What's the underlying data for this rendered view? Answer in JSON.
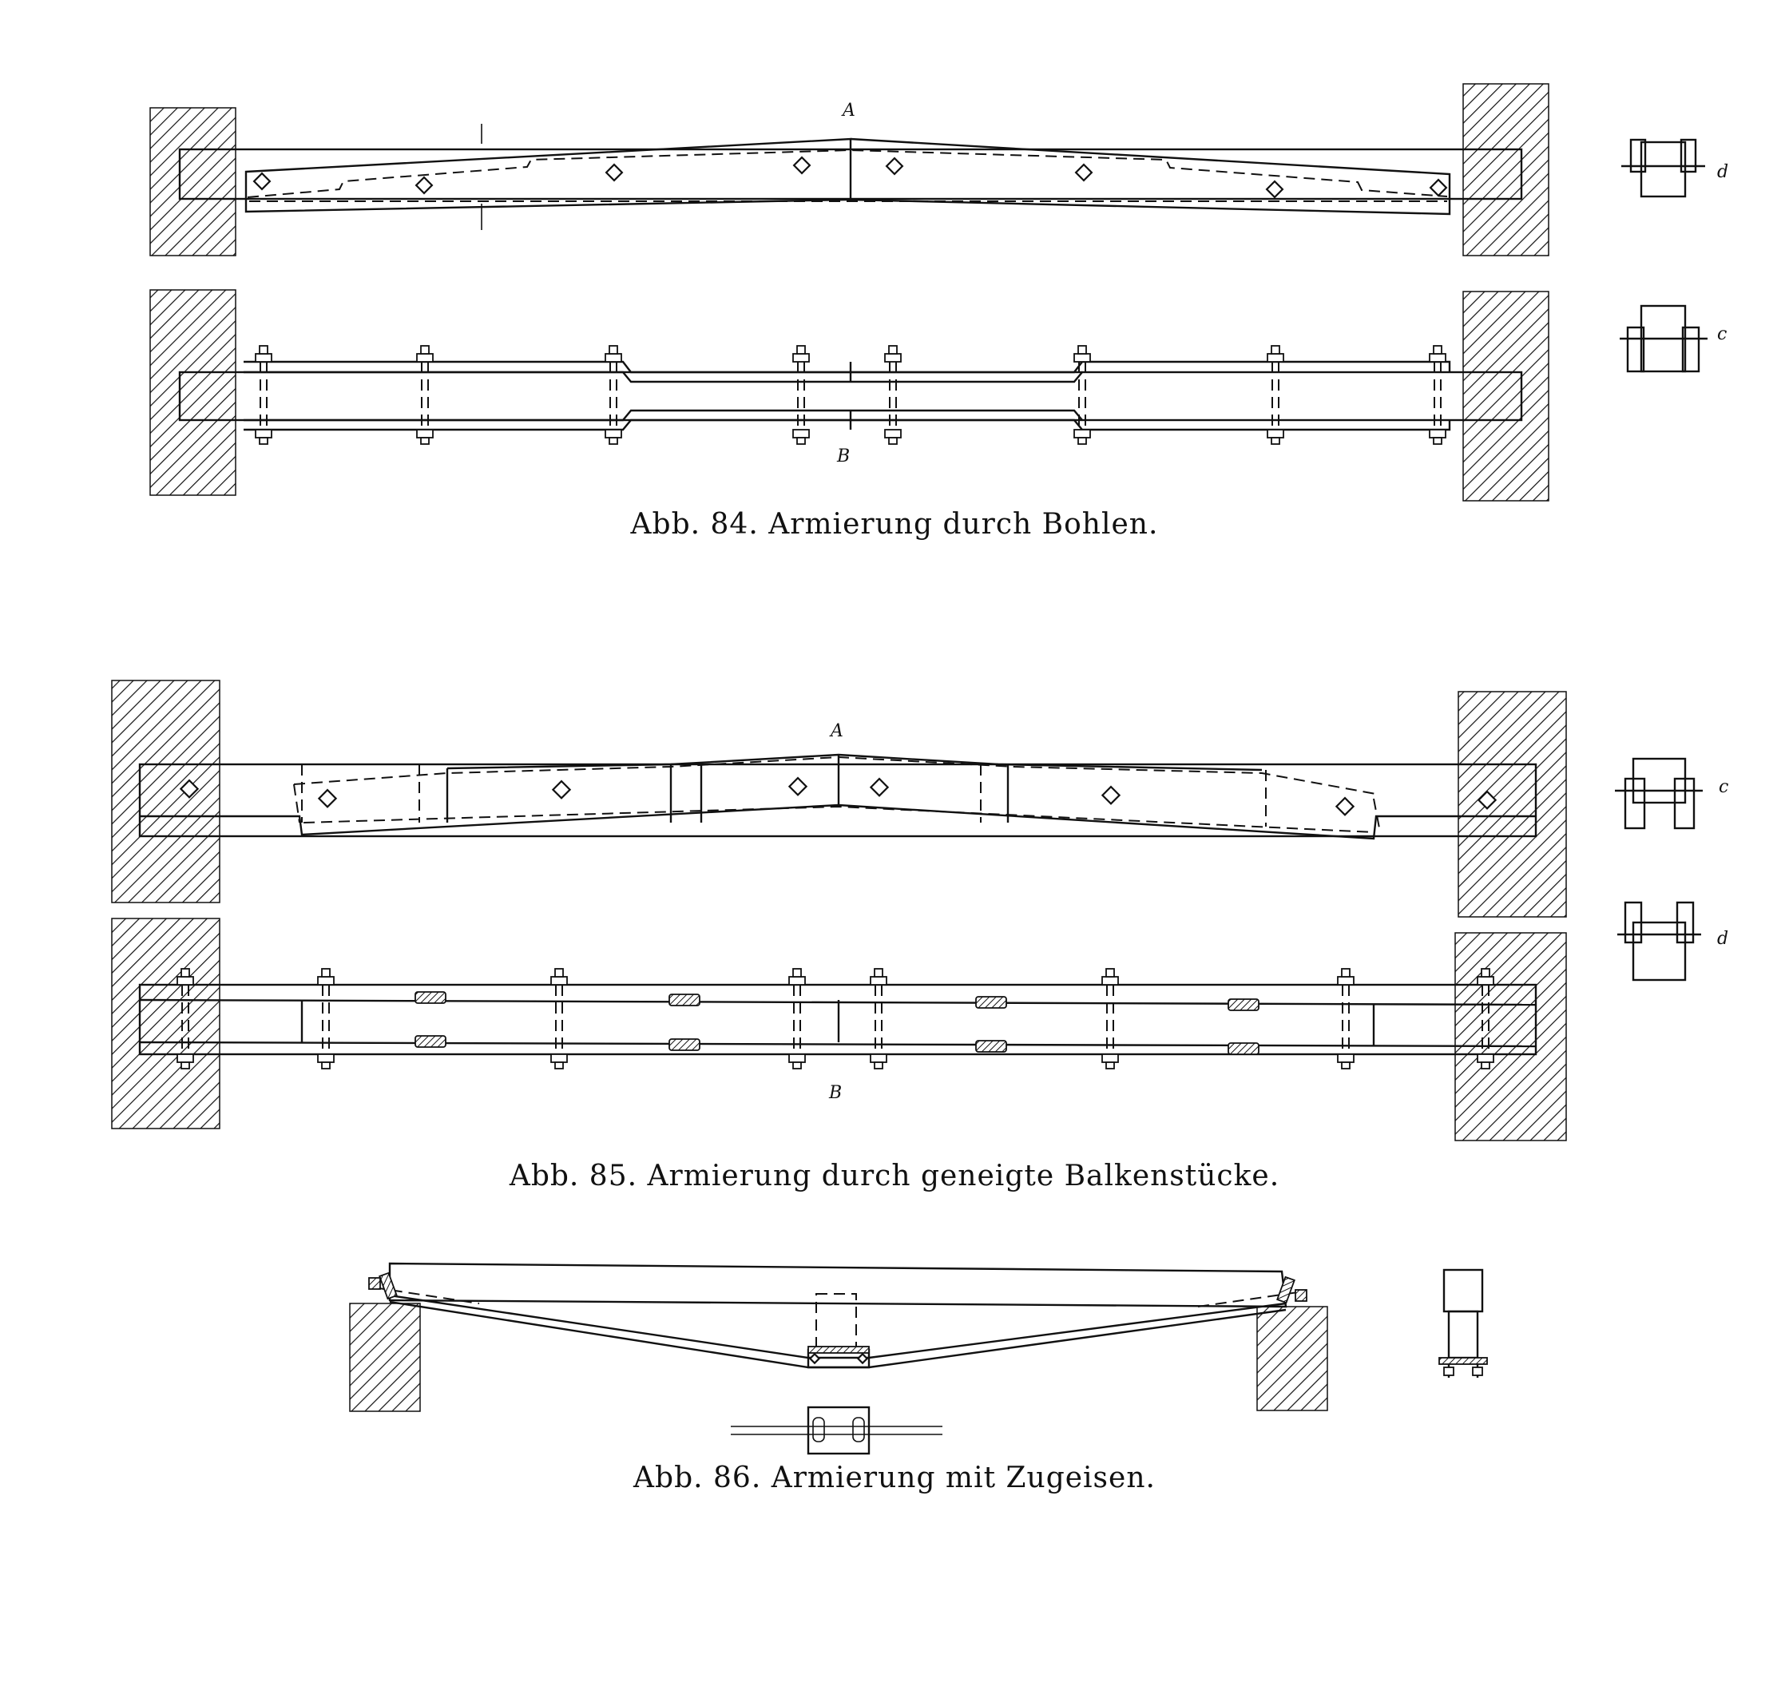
{
  "figures": [
    {
      "id": "abb-84",
      "caption": "Abb. 84. Armierung durch Bohlen.",
      "view_labels": [
        "A",
        "B"
      ],
      "section_labels": [
        "d",
        "c"
      ]
    },
    {
      "id": "abb-85",
      "caption": "Abb. 85. Armierung durch geneigte Balkenstücke.",
      "view_labels": [
        "A",
        "B"
      ],
      "section_labels": [
        "c",
        "d"
      ]
    },
    {
      "id": "abb-86",
      "caption": "Abb. 86. Armierung mit Zugeisen."
    }
  ]
}
